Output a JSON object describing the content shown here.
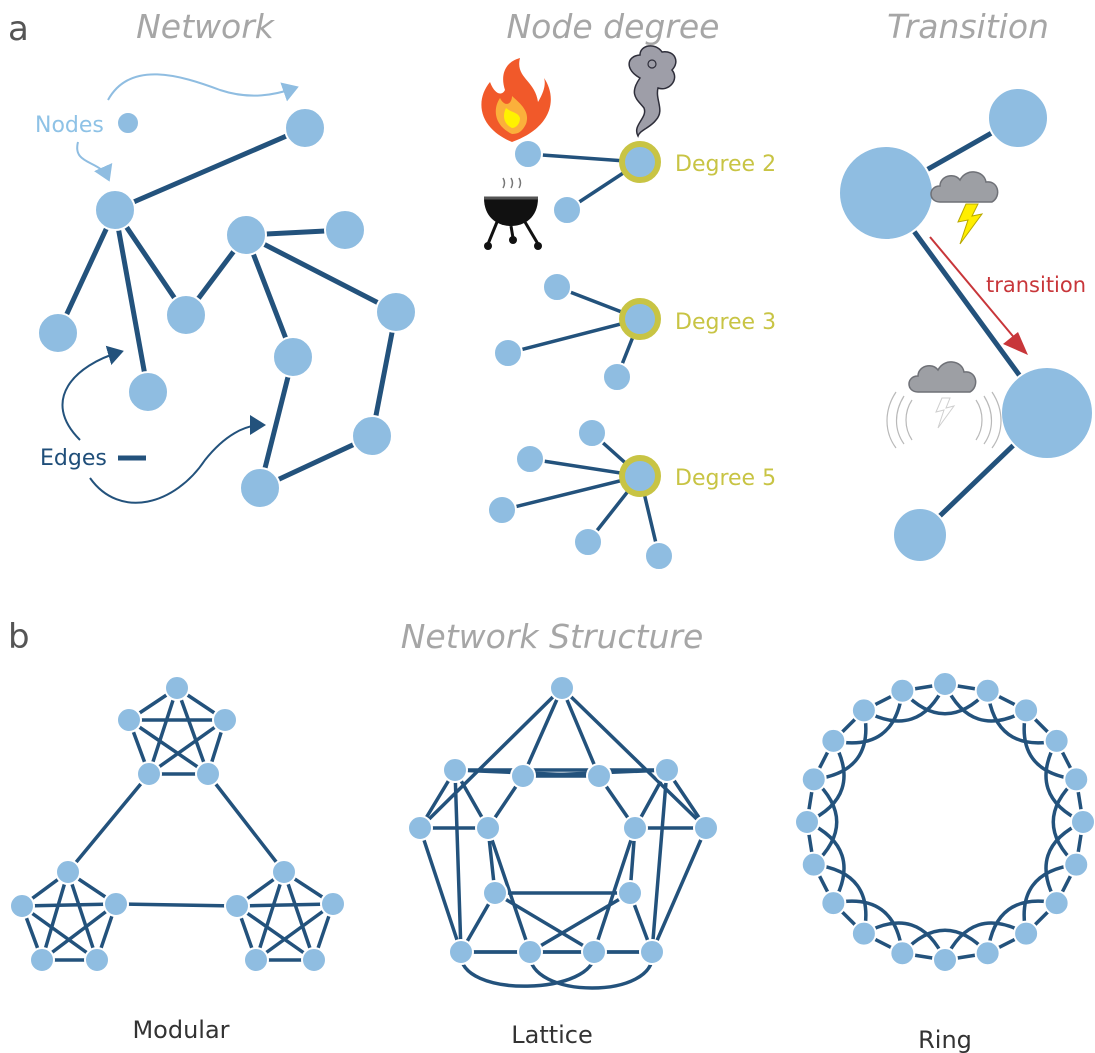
{
  "panel_a": {
    "letter": "a",
    "headings": {
      "network": "Network",
      "node_degree": "Node degree",
      "transition": "Transition"
    },
    "labels": {
      "nodes": "Nodes",
      "edges": "Edges",
      "transition": "transition"
    },
    "degrees": [
      "Degree 2",
      "Degree 3",
      "Degree 5"
    ],
    "icons": [
      "fire-icon",
      "smoke-icon",
      "grill-icon",
      "storm-cloud-icon",
      "thunder-cloud-icon"
    ]
  },
  "panel_b": {
    "letter": "b",
    "heading": "Network Structure",
    "captions": {
      "modular": "Modular",
      "lattice": "Lattice",
      "ring": "Ring"
    }
  },
  "colors": {
    "node": "#8fbde1",
    "edge": "#23527c",
    "highlight_ring": "#c8c444",
    "transition_arrow": "#c8363a",
    "heading": "#a6a6a6"
  }
}
